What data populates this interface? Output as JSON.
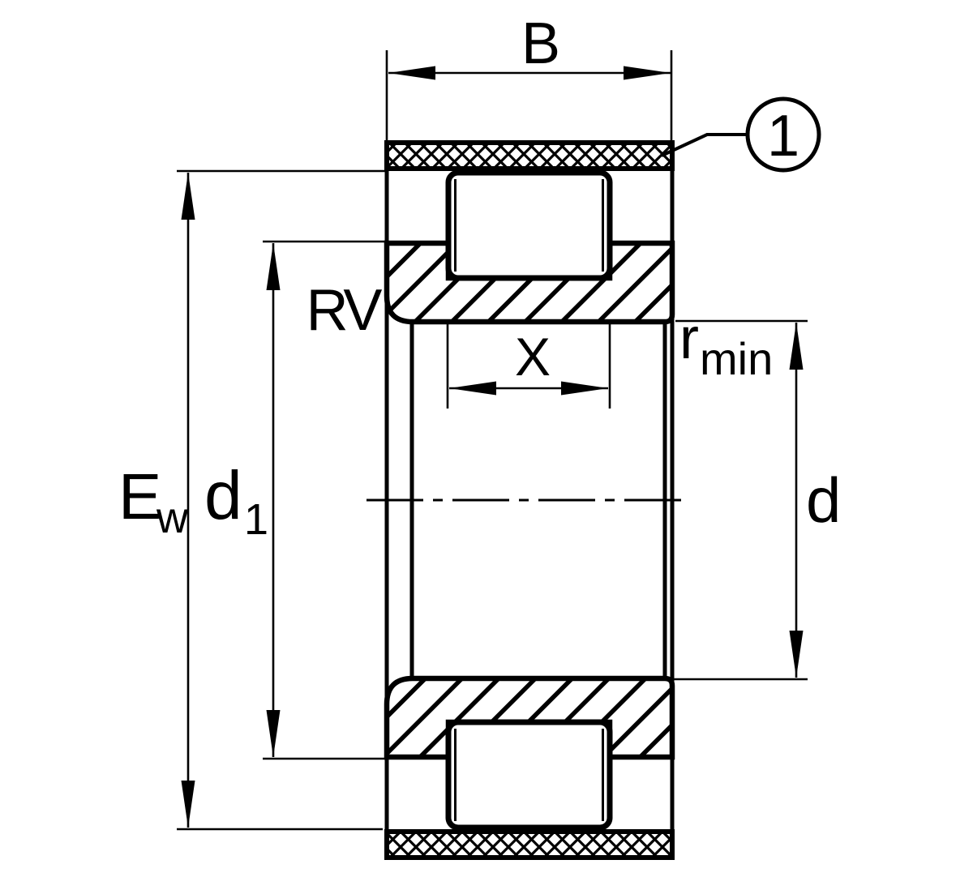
{
  "drawing": {
    "background": "#ffffff",
    "line_color": "#000000",
    "labels": {
      "width": "B",
      "raceway_dia_base": "E",
      "raceway_dia_sub": "w",
      "rib_dia_base": "d",
      "rib_dia_sub": "1",
      "roller_set": "RV",
      "roller_dim": "X",
      "chamfer_base": "r",
      "chamfer_sub": "min",
      "bore_dia": "d",
      "callout_band": "1"
    }
  }
}
